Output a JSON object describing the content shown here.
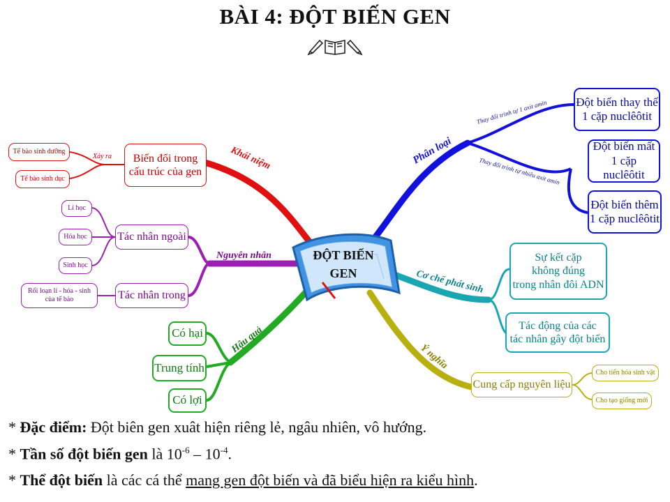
{
  "title": "BÀI 4: ĐỘT BIẾN GEN",
  "colors": {
    "khai_niem": "#e01010",
    "nguyen_nhan": "#9b1fb0",
    "hau_qua": "#22aa22",
    "phan_loai": "#1111dd",
    "co_che": "#1aa6b0",
    "y_nghia": "#b8b010",
    "center": "#2b7fd6"
  },
  "center": {
    "line1": "ĐỘT BIẾN",
    "line2": "GEN"
  },
  "branches": {
    "khai_niem": {
      "label": "Khái niệm",
      "node": "Biến đổi trong\ncấu trúc của gen",
      "connector_label": "Xảy ra",
      "leaves": [
        "Tế bào sinh dưỡng",
        "Tế bào sinh dục"
      ]
    },
    "nguyen_nhan": {
      "label": "Nguyên nhân",
      "ngoai": {
        "node": "Tác nhân ngoài",
        "leaves": [
          "Lí học",
          "Hóa học",
          "Sinh học"
        ]
      },
      "trong": {
        "node": "Tác nhân trong",
        "leaves": [
          "Rối loạn lí - hóa - sinh\ncủa tế bào"
        ]
      }
    },
    "hau_qua": {
      "label": "Hậu quả",
      "leaves": [
        "Có hại",
        "Trung tính",
        "Có lợi"
      ]
    },
    "phan_loai": {
      "label": "Phân loại",
      "sub_label_1": "Thay đổi trình tự 1 axit amin",
      "sub_label_2": "Thay đổi trình tự nhiều axit amin",
      "leaves": [
        "Đột biến thay thế\n1 cặp nuclêôtit",
        "Đột biến mất\n1 cặp nuclêôtit",
        "Đột biến thêm\n1 cặp nuclêôtit"
      ]
    },
    "co_che": {
      "label": "Cơ chế phát sinh",
      "leaves": [
        "Sự kết cặp\nkhông đúng\ntrong nhân đôi ADN",
        "Tác động của các\ntác nhân gây đột biến"
      ]
    },
    "y_nghia": {
      "label": "Ý nghĩa",
      "node": "Cung cấp nguyên liệu",
      "leaves": [
        "Cho tiến hóa sinh vật",
        "Cho tạo giống mới"
      ]
    }
  },
  "notes": {
    "line1": {
      "prefix": "* ",
      "bold": "Đặc điểm:",
      "text": " Đột biên gen xuât hiện riêng lẻ, ngâu nhiên, vô hướng."
    },
    "line2": {
      "prefix": "* ",
      "bold": "Tần số đột biến gen",
      "text_a": " là 10",
      "sup_a": "-6",
      "text_b": " – 10",
      "sup_b": "-4",
      "text_c": "."
    },
    "line3": {
      "prefix": "* ",
      "bold": "Thể đột biến",
      "text_a": " là các cá thể ",
      "underlined": "mang gen đột biến và đã biểu hiện ra kiểu hình",
      "text_b": "."
    }
  }
}
